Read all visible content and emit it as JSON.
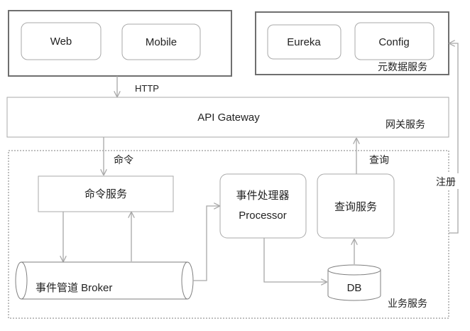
{
  "diagram": {
    "clients": {
      "web": "Web",
      "mobile": "Mobile"
    },
    "metadata": {
      "eureka": "Eureka",
      "config": "Config",
      "caption": "元数据服务"
    },
    "http_label": "HTTP",
    "gateway": {
      "label": "API Gateway",
      "caption": "网关服务"
    },
    "command_label": "命令",
    "query_label": "查询",
    "register_label": "注册",
    "command_service": "命令服务",
    "event_processor": {
      "line1": "事件处理器",
      "line2": "Processor"
    },
    "query_service": "查询服务",
    "broker": "事件管道 Broker",
    "db": "DB",
    "business_caption": "业务服务",
    "colors": {
      "line": "#7f7f7f",
      "arrow": "#b0b0b0",
      "text": "#222222"
    }
  }
}
